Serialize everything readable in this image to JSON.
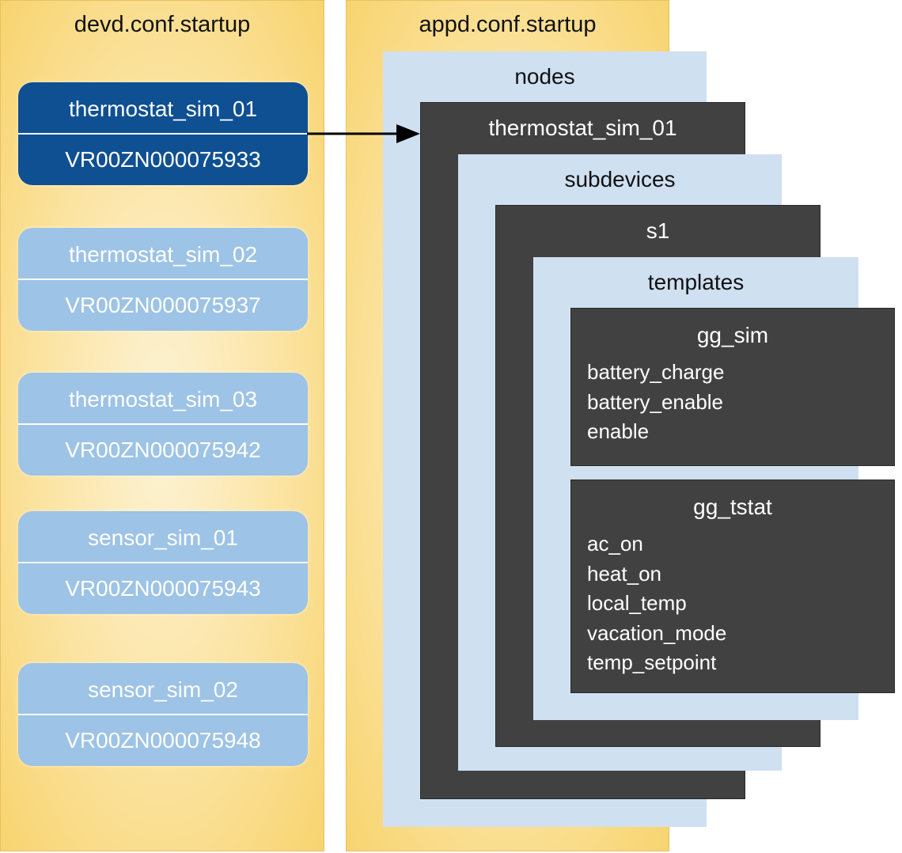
{
  "devd": {
    "title": "devd.conf.startup",
    "devices": [
      {
        "name": "thermostat_sim_01",
        "id": "VR00ZN000075933",
        "active": true
      },
      {
        "name": "thermostat_sim_02",
        "id": "VR00ZN000075937",
        "active": false
      },
      {
        "name": "thermostat_sim_03",
        "id": "VR00ZN000075942",
        "active": false
      },
      {
        "name": "sensor_sim_01",
        "id": "VR00ZN000075943",
        "active": false
      },
      {
        "name": "sensor_sim_02",
        "id": "VR00ZN000075948",
        "active": false
      }
    ]
  },
  "appd": {
    "title": "appd.conf.startup",
    "nodes_label": "nodes",
    "node_name": "thermostat_sim_01",
    "subdevices_label": "subdevices",
    "subdevice_name": "s1",
    "templates_label": "templates",
    "templates": [
      {
        "name": "gg_sim",
        "properties": [
          "battery_charge",
          "battery_enable",
          "enable"
        ]
      },
      {
        "name": "gg_tstat",
        "properties": [
          "ac_on",
          "heat_on",
          "local_temp",
          "vacation_mode",
          "temp_setpoint"
        ]
      }
    ]
  },
  "colors": {
    "panel": "#f8d46f",
    "device_active": "#0f5093",
    "device_inactive": "#9dc3e6",
    "light_box": "#cfe0f1",
    "dark_box": "#414141"
  }
}
